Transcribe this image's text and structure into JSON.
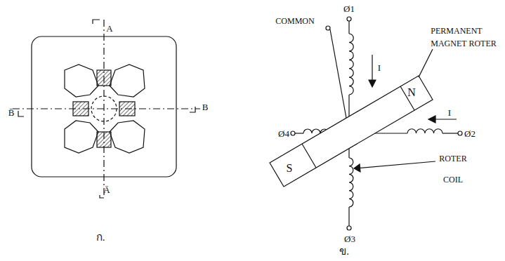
{
  "diagram": {
    "labels": [
      "A",
      "Ā",
      "B̄",
      "B",
      "ก.",
      "Ø1",
      "COMMON",
      "I",
      "PERMANENT",
      "MAGNET ROTER",
      "N",
      "Ø4",
      "I",
      "Ø2",
      "S",
      "ROTER",
      "COIL",
      "Ø3",
      "ข."
    ]
  }
}
